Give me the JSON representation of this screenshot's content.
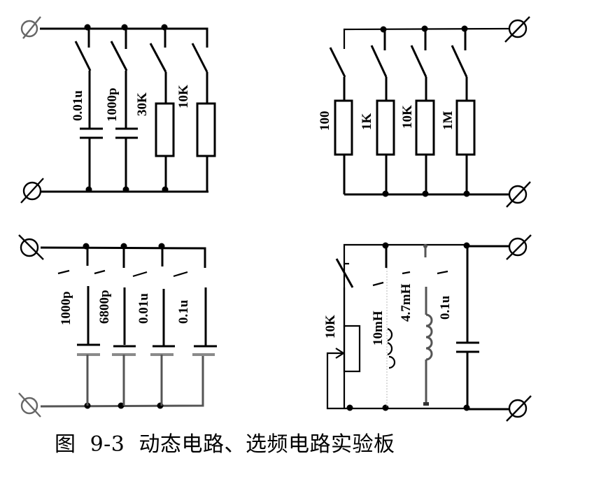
{
  "figure": {
    "caption": "图  9-3  动态电路、选频电路实验板"
  },
  "panels": {
    "top_left": {
      "description": "switchable capacitors and resistors between two terminals",
      "components": [
        {
          "type": "capacitor",
          "label": "0.01u"
        },
        {
          "type": "capacitor",
          "label": "1000p"
        },
        {
          "type": "resistor",
          "label": "30K"
        },
        {
          "type": "resistor",
          "label": "10K"
        }
      ]
    },
    "top_right": {
      "description": "switchable resistors between two terminals",
      "components": [
        {
          "type": "resistor",
          "label": "100"
        },
        {
          "type": "resistor",
          "label": "1K"
        },
        {
          "type": "resistor",
          "label": "10K"
        },
        {
          "type": "resistor",
          "label": "1M"
        }
      ]
    },
    "bottom_left": {
      "description": "switchable capacitors between two terminals",
      "components": [
        {
          "type": "capacitor",
          "label": "1000p"
        },
        {
          "type": "capacitor",
          "label": "6800p"
        },
        {
          "type": "capacitor",
          "label": "0.01u"
        },
        {
          "type": "capacitor",
          "label": "0.1u"
        }
      ]
    },
    "bottom_right": {
      "description": "frequency selective circuit",
      "components": [
        {
          "type": "potentiometer",
          "label": "10K"
        },
        {
          "type": "inductor",
          "label": "10mH"
        },
        {
          "type": "inductor",
          "label": "4.7mH"
        },
        {
          "type": "capacitor",
          "label": "0.1u"
        }
      ]
    }
  },
  "colors": {
    "wire": "#000000",
    "faded_wire": "#8a8a8a",
    "background": "#ffffff"
  }
}
